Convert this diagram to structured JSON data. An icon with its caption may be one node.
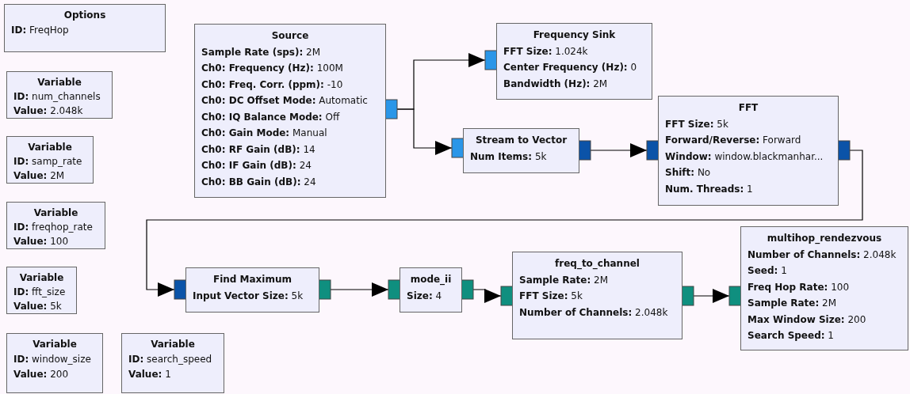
{
  "diagram": {
    "nodes": [
      {
        "text": [
          "Options",
          "**ID:** FreqHop"
        ]
      },
      {
        "text": [
          "Variable",
          "**ID:** num_channels",
          "**Value:** 2.048k"
        ]
      },
      {
        "text": [
          "Variable",
          "**ID:** samp_rate",
          "**Value:** 2M"
        ]
      },
      {
        "text": [
          "Variable",
          "**ID:** freqhop_rate",
          "**Value:** 100"
        ]
      },
      {
        "text": [
          "Variable",
          "**ID:** fft_size",
          "**Value:** 5k"
        ]
      },
      {
        "text": [
          "Variable",
          "**ID:** window_size",
          "**Value:** 200"
        ]
      },
      {
        "text": [
          "Variable",
          "**ID:** search_speed",
          "**Value:** 1"
        ]
      },
      {
        "text": [
          "Source",
          "**Sample Rate (sps):** 2M",
          "**Ch0: Frequency (Hz):** 100M",
          "**Ch0: Freq. Corr. (ppm):** -10",
          "**Ch0: DC Offset Mode:** Automatic",
          "**Ch0: IQ Balance Mode:** Off",
          "**Ch0: Gain Mode:** Manual",
          "**Ch0: RF Gain (dB):** 14",
          "**Ch0: IF Gain (dB):** 24",
          "**Ch0: BB Gain (dB):** 24"
        ]
      },
      {
        "text": [
          "Frequency Sink",
          "**FFT Size:** 1.024k",
          "**Center Frequency (Hz):** 0",
          "**Bandwidth (Hz):** 2M"
        ]
      },
      {
        "text": [
          "Stream to Vector",
          "**Num Items:** 5k"
        ]
      },
      {
        "text": [
          "FFT",
          "**FFT Size:** 5k",
          "**Forward/Reverse:** Forward",
          "**Window:** window.blackmanhar...",
          "**Shift:** No",
          "**Num. Threads:** 1"
        ]
      },
      {
        "text": [
          "Find Maximum",
          "**Input Vector Size:** 5k"
        ]
      },
      {
        "text": [
          "mode_ii",
          "**Size:** 4"
        ]
      },
      {
        "text": [
          "freq_to_channel",
          "**Sample Rate:** 2M",
          "**FFT Size:** 5k",
          "**Number of Channels:** 2.048k"
        ]
      },
      {
        "text": [
          "multihop_rendezvous",
          "**Number of Channels:** 2.048k",
          "**Seed:** 1",
          "**Freq Hop Rate:** 100",
          "**Sample Rate:** 2M",
          "**Max Window Size:** 200",
          "**Search Speed:** 1"
        ]
      }
    ],
    "edges": [
      {
        "from": 7,
        "to": 8,
        "arrow": "to"
      },
      {
        "from": 7,
        "to": 9,
        "arrow": "to"
      },
      {
        "from": 9,
        "to": 10,
        "arrow": "to"
      },
      {
        "from": 10,
        "to": 11,
        "arrow": "to"
      },
      {
        "from": 11,
        "to": 12,
        "arrow": "to"
      },
      {
        "from": 12,
        "to": 13,
        "arrow": "to"
      },
      {
        "from": 13,
        "to": 14,
        "arrow": "to"
      }
    ]
  }
}
